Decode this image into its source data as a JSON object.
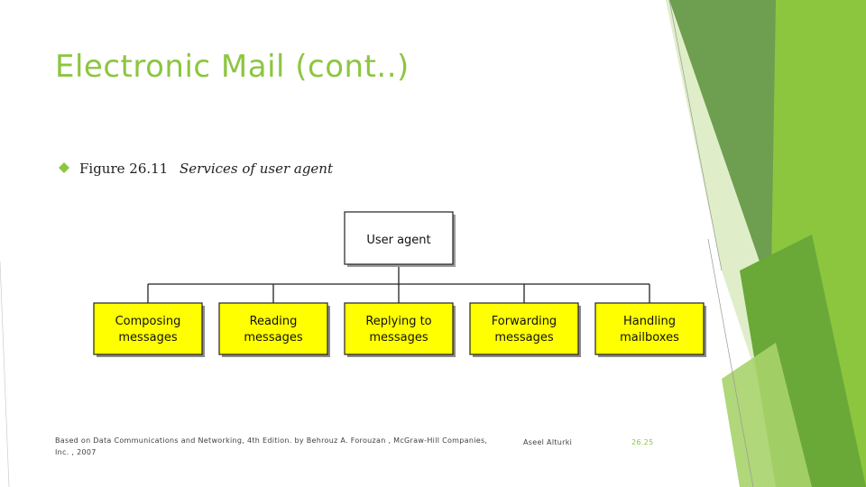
{
  "slide": {
    "title": "Electronic Mail (cont..)",
    "figure_number": "Figure 26.11",
    "figure_title": "Services of user agent"
  },
  "diagram": {
    "root": "User agent",
    "children": [
      [
        "Composing",
        "messages"
      ],
      [
        "Reading",
        "messages"
      ],
      [
        "Replying to",
        "messages"
      ],
      [
        "Forwarding",
        "messages"
      ],
      [
        "Handling",
        "mailboxes"
      ]
    ]
  },
  "footer": {
    "source": "Based on Data Communications and Networking, 4th Edition. by Behrouz A. Forouzan , McGraw-Hill Companies, Inc. , 2007",
    "author": "Aseel Alturki",
    "page": "26.25"
  },
  "colors": {
    "accent": "#8cc63f",
    "box_fill": "#ffff00",
    "root_fill": "#ffffff"
  }
}
